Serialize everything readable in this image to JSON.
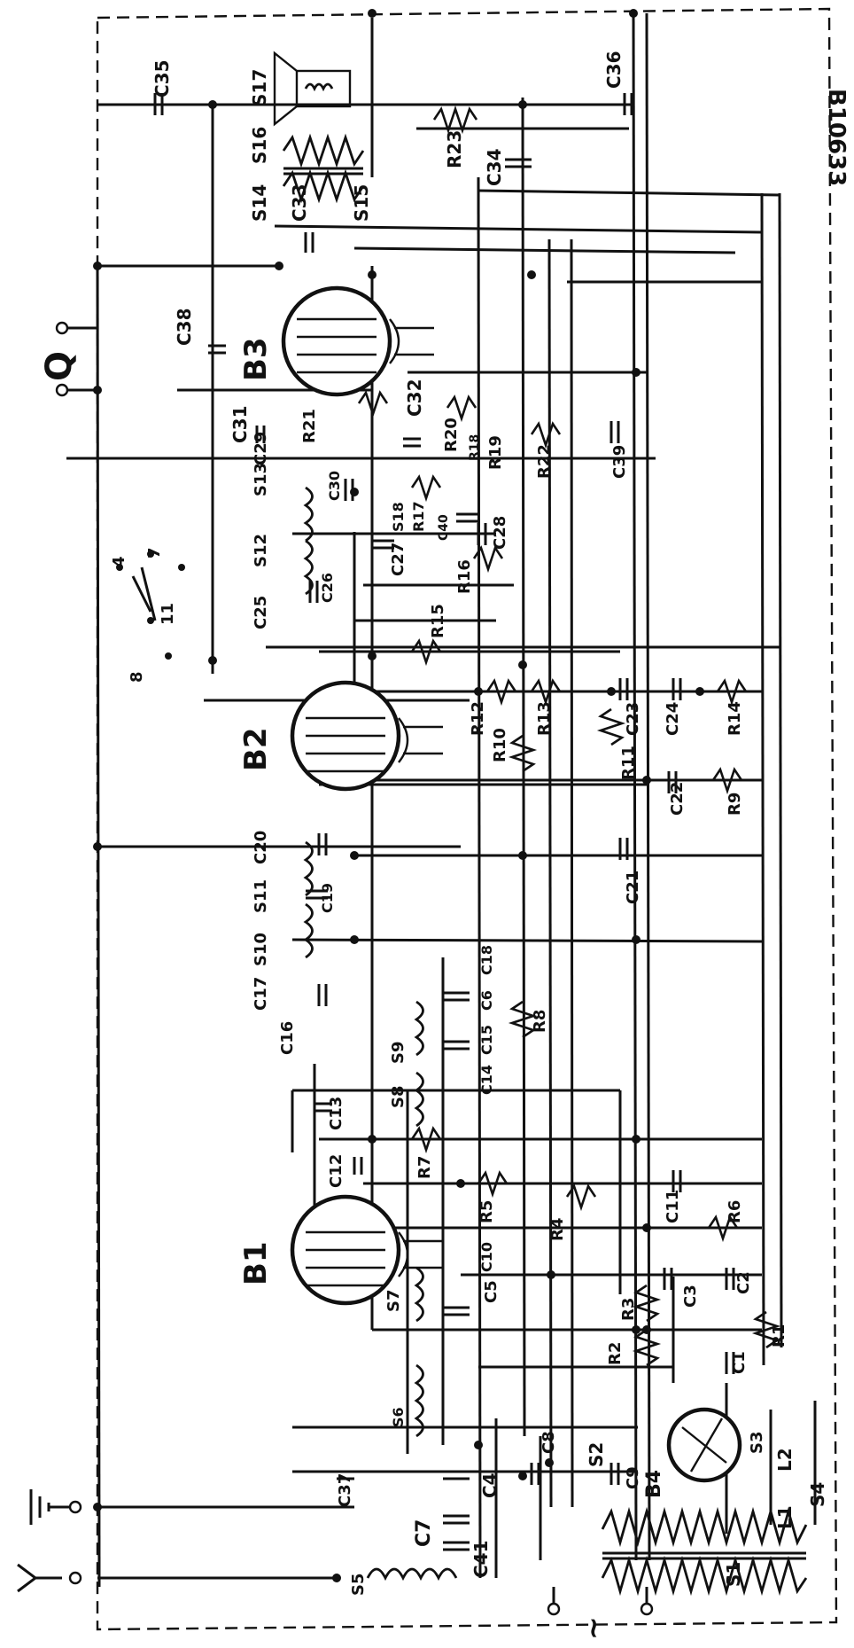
{
  "drawing_number": "B10633",
  "tube_labels": [
    "B1",
    "B2",
    "B3",
    "B4"
  ],
  "terminal_symbol": "Q",
  "mains_symbol": "~",
  "lamp_labels": [
    "L1",
    "L2"
  ],
  "switch_positions": [
    "4",
    "7",
    "8",
    "11"
  ],
  "component_labels": [
    "C35",
    "S17",
    "S16",
    "C36",
    "R23",
    "C34",
    "S14",
    "C33",
    "S15",
    "C38",
    "C31",
    "R21",
    "C32",
    "R20",
    "R18",
    "R19",
    "R22",
    "C39",
    "S13",
    "C29",
    "C30",
    "S18",
    "R17",
    "C40",
    "C28",
    "C27",
    "S12",
    "C26",
    "R16",
    "C25",
    "R15",
    "R12",
    "R10",
    "R13",
    "R11",
    "C23",
    "C24",
    "R14",
    "C22",
    "R9",
    "S11",
    "C20",
    "C19",
    "C21",
    "S10",
    "C17",
    "C16",
    "C18",
    "C6",
    "C15",
    "C14",
    "R8",
    "S9",
    "S8",
    "C13",
    "C12",
    "R7",
    "R5",
    "R4",
    "C11",
    "R6",
    "C2",
    "C3",
    "R3",
    "R1",
    "R2",
    "C1",
    "S7",
    "C5",
    "C10",
    "S6",
    "C4",
    "C8",
    "C37",
    "C7",
    "C41",
    "S5",
    "S2",
    "C9",
    "S3",
    "S4",
    "S1"
  ]
}
